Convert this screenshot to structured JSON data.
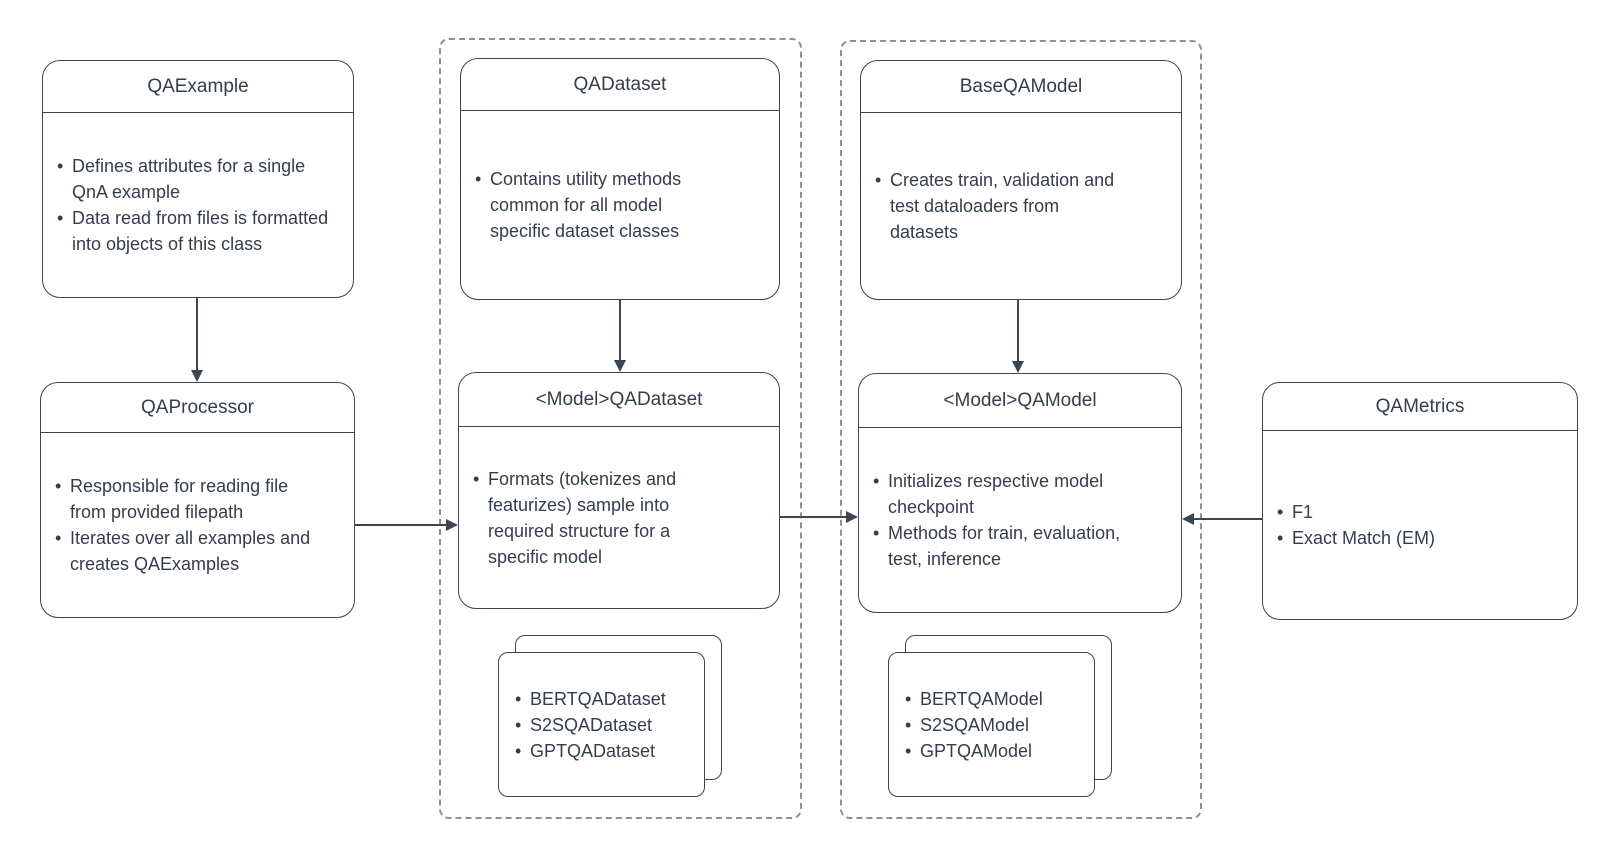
{
  "diagram": {
    "nodes": {
      "qaexample": {
        "title": "QAExample",
        "bullets": [
          "Defines attributes for a single QnA example",
          "Data read from files is formatted into objects of this class"
        ]
      },
      "qaprocessor": {
        "title": "QAProcessor",
        "bullets": [
          "Responsible for reading file from provided filepath",
          "Iterates over all examples and creates QAExamples"
        ]
      },
      "qadataset": {
        "title": "QADataset",
        "bullets": [
          "Contains utility methods common for all model specific dataset classes"
        ]
      },
      "model_qadataset": {
        "title": "<Model>QADataset",
        "bullets": [
          "Formats (tokenizes and featurizes) sample into required structure for a specific model"
        ]
      },
      "baseqamodel": {
        "title": "BaseQAModel",
        "bullets": [
          "Creates train, validation and test dataloaders from datasets"
        ]
      },
      "model_qamodel": {
        "title": "<Model>QAModel",
        "bullets": [
          "Initializes respective model checkpoint",
          "Methods for train, evaluation, test, inference"
        ]
      },
      "qametrics": {
        "title": "QAMetrics",
        "bullets": [
          "F1",
          "Exact Match (EM)"
        ]
      }
    },
    "stacks": {
      "datasets": {
        "items": [
          "BERTQADataset",
          "S2SQADataset",
          "GPTQADataset"
        ]
      },
      "models": {
        "items": [
          "BERTQAModel",
          "S2SQAModel",
          "GPTQAModel"
        ]
      }
    },
    "colors": {
      "stroke": "#3a4651",
      "text": "#333e4c",
      "dashed_border": "#8c9296",
      "background": "#ffffff"
    }
  }
}
